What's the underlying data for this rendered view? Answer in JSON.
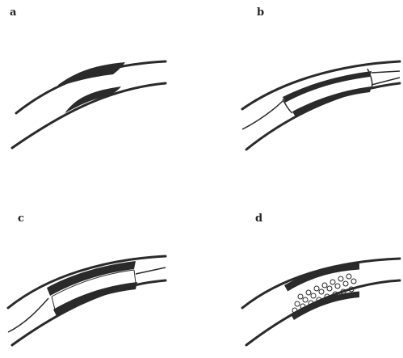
{
  "figure": {
    "panels": [
      {
        "label": "a"
      },
      {
        "label": "b"
      },
      {
        "label": "c"
      },
      {
        "label": "d"
      }
    ],
    "colors": {
      "ink": "#2a2a2a",
      "background": "#ffffff"
    }
  }
}
